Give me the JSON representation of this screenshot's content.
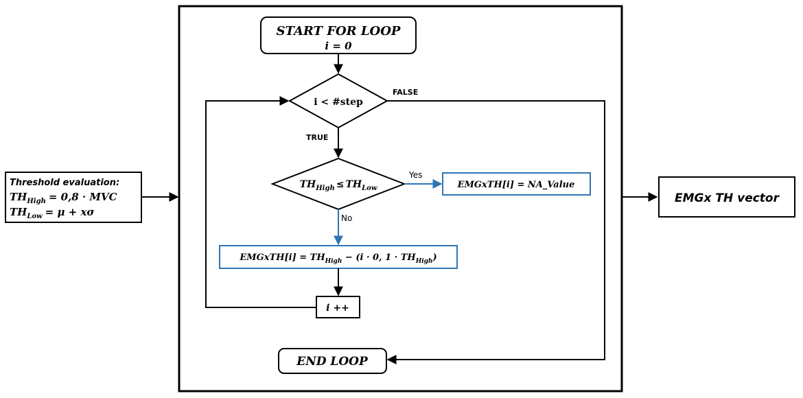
{
  "threshold_box": {
    "title": "Threshold evaluation:",
    "high_var": "TH",
    "high_sub": "High",
    "high_expr": "= 0,8 · MVC",
    "low_var": "TH",
    "low_sub": "Low",
    "low_expr": "=  μ + xσ"
  },
  "start_loop": {
    "line1": "START FOR LOOP",
    "line2": "i = 0"
  },
  "condition": {
    "text": "i < #step",
    "false_label": "FALSE",
    "true_label": "TRUE"
  },
  "compare": {
    "left_var": "TH",
    "left_sub": "High",
    "operator": "≤",
    "right_var": "TH",
    "right_sub": "Low",
    "yes_label": "Yes",
    "no_label": "No"
  },
  "na_assign": {
    "text": "EMGxTH[i] = NA_Value"
  },
  "th_assign": {
    "lhs": "EMGxTH[i] = TH",
    "sub1": "High",
    "mid": " − (i · 0, 1 · TH",
    "sub2": "High",
    "end": ")"
  },
  "increment": {
    "text": "i ++"
  },
  "end_loop": {
    "text": "END LOOP"
  },
  "output": {
    "text": "EMGx TH vector"
  },
  "colors": {
    "accent": "#2e75b6",
    "stroke": "#000000"
  }
}
